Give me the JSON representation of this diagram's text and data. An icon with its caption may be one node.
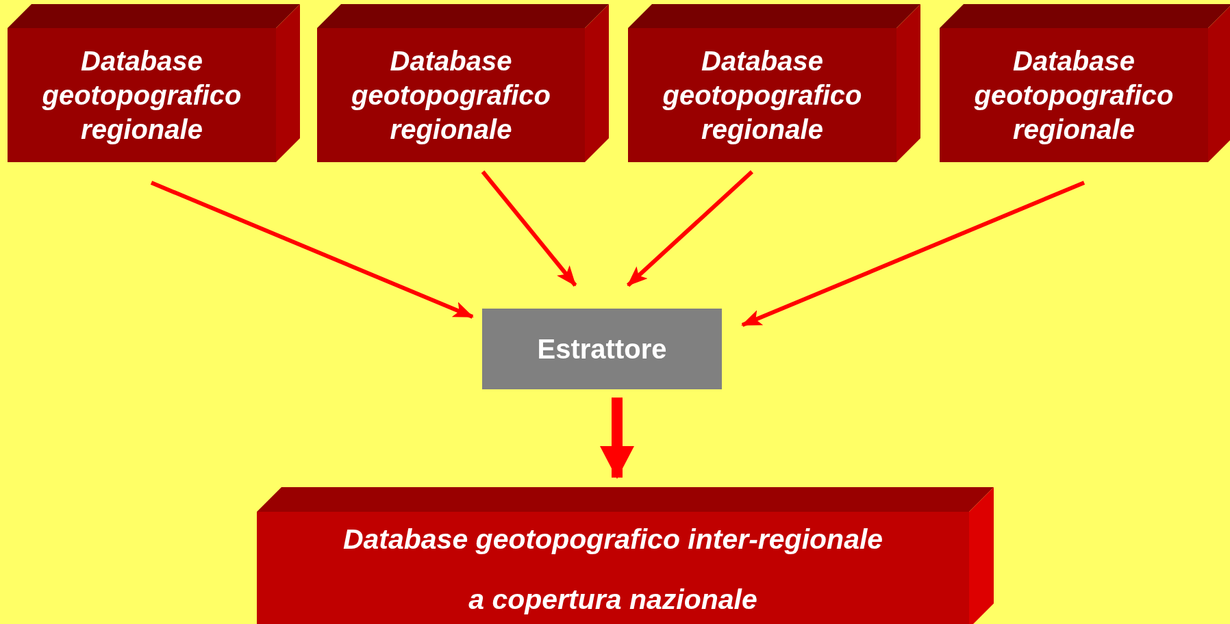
{
  "diagram": {
    "nodes": [
      {
        "text": [
          "Database geotopografico regionale"
        ]
      },
      {
        "text": [
          "Database geotopografico regionale"
        ]
      },
      {
        "text": [
          "Database geotopografico regionale"
        ]
      },
      {
        "text": [
          "Database geotopografico regionale"
        ]
      },
      {
        "text": [
          "Estrattore"
        ]
      },
      {
        "text": [
          "Database geotopografico inter-regionale a copertura nazionale"
        ]
      }
    ],
    "edges": [
      {
        "from": 0,
        "to": 4,
        "arrow": "to"
      },
      {
        "from": 1,
        "to": 4,
        "arrow": "to"
      },
      {
        "from": 2,
        "to": 4,
        "arrow": "to"
      },
      {
        "from": 3,
        "to": 4,
        "arrow": "to"
      },
      {
        "from": 4,
        "to": 5,
        "arrow": "to",
        "style": "thick"
      }
    ]
  }
}
